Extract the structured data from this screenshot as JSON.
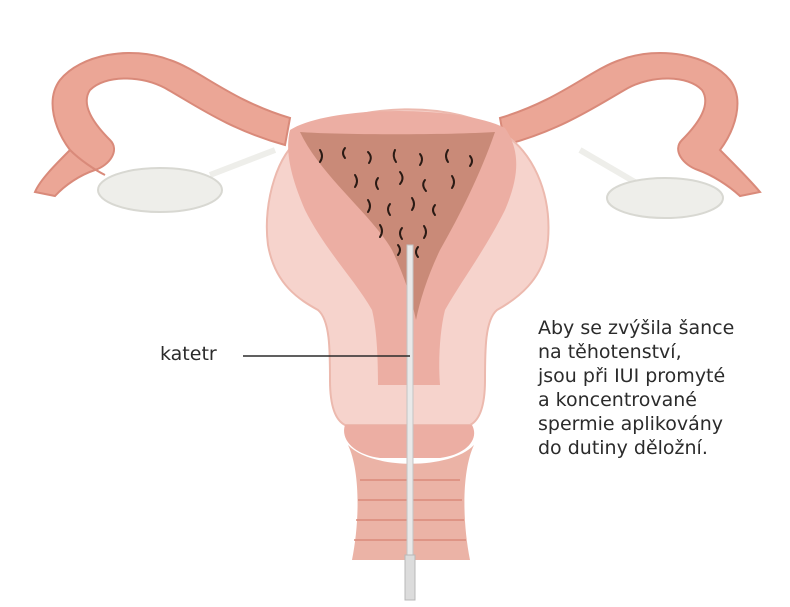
{
  "labels": {
    "catheter": "katetr"
  },
  "callout": {
    "lines": [
      "Aby se zvýšila šance",
      "na těhotenství,",
      "jsou při IUI promyté",
      "a koncentrované",
      "spermie aplikovány",
      "do dutiny děložní."
    ]
  },
  "colors": {
    "uterus_outer": "#f6d3cc",
    "uterus_wall": "#ecaea3",
    "cavity": "#c98a78",
    "tube": "#eba696",
    "ovary": "#eeeeea",
    "cervix_canal": "#e7a696",
    "sperm": "#2a1a14",
    "catheter": "#e9e9e9"
  }
}
